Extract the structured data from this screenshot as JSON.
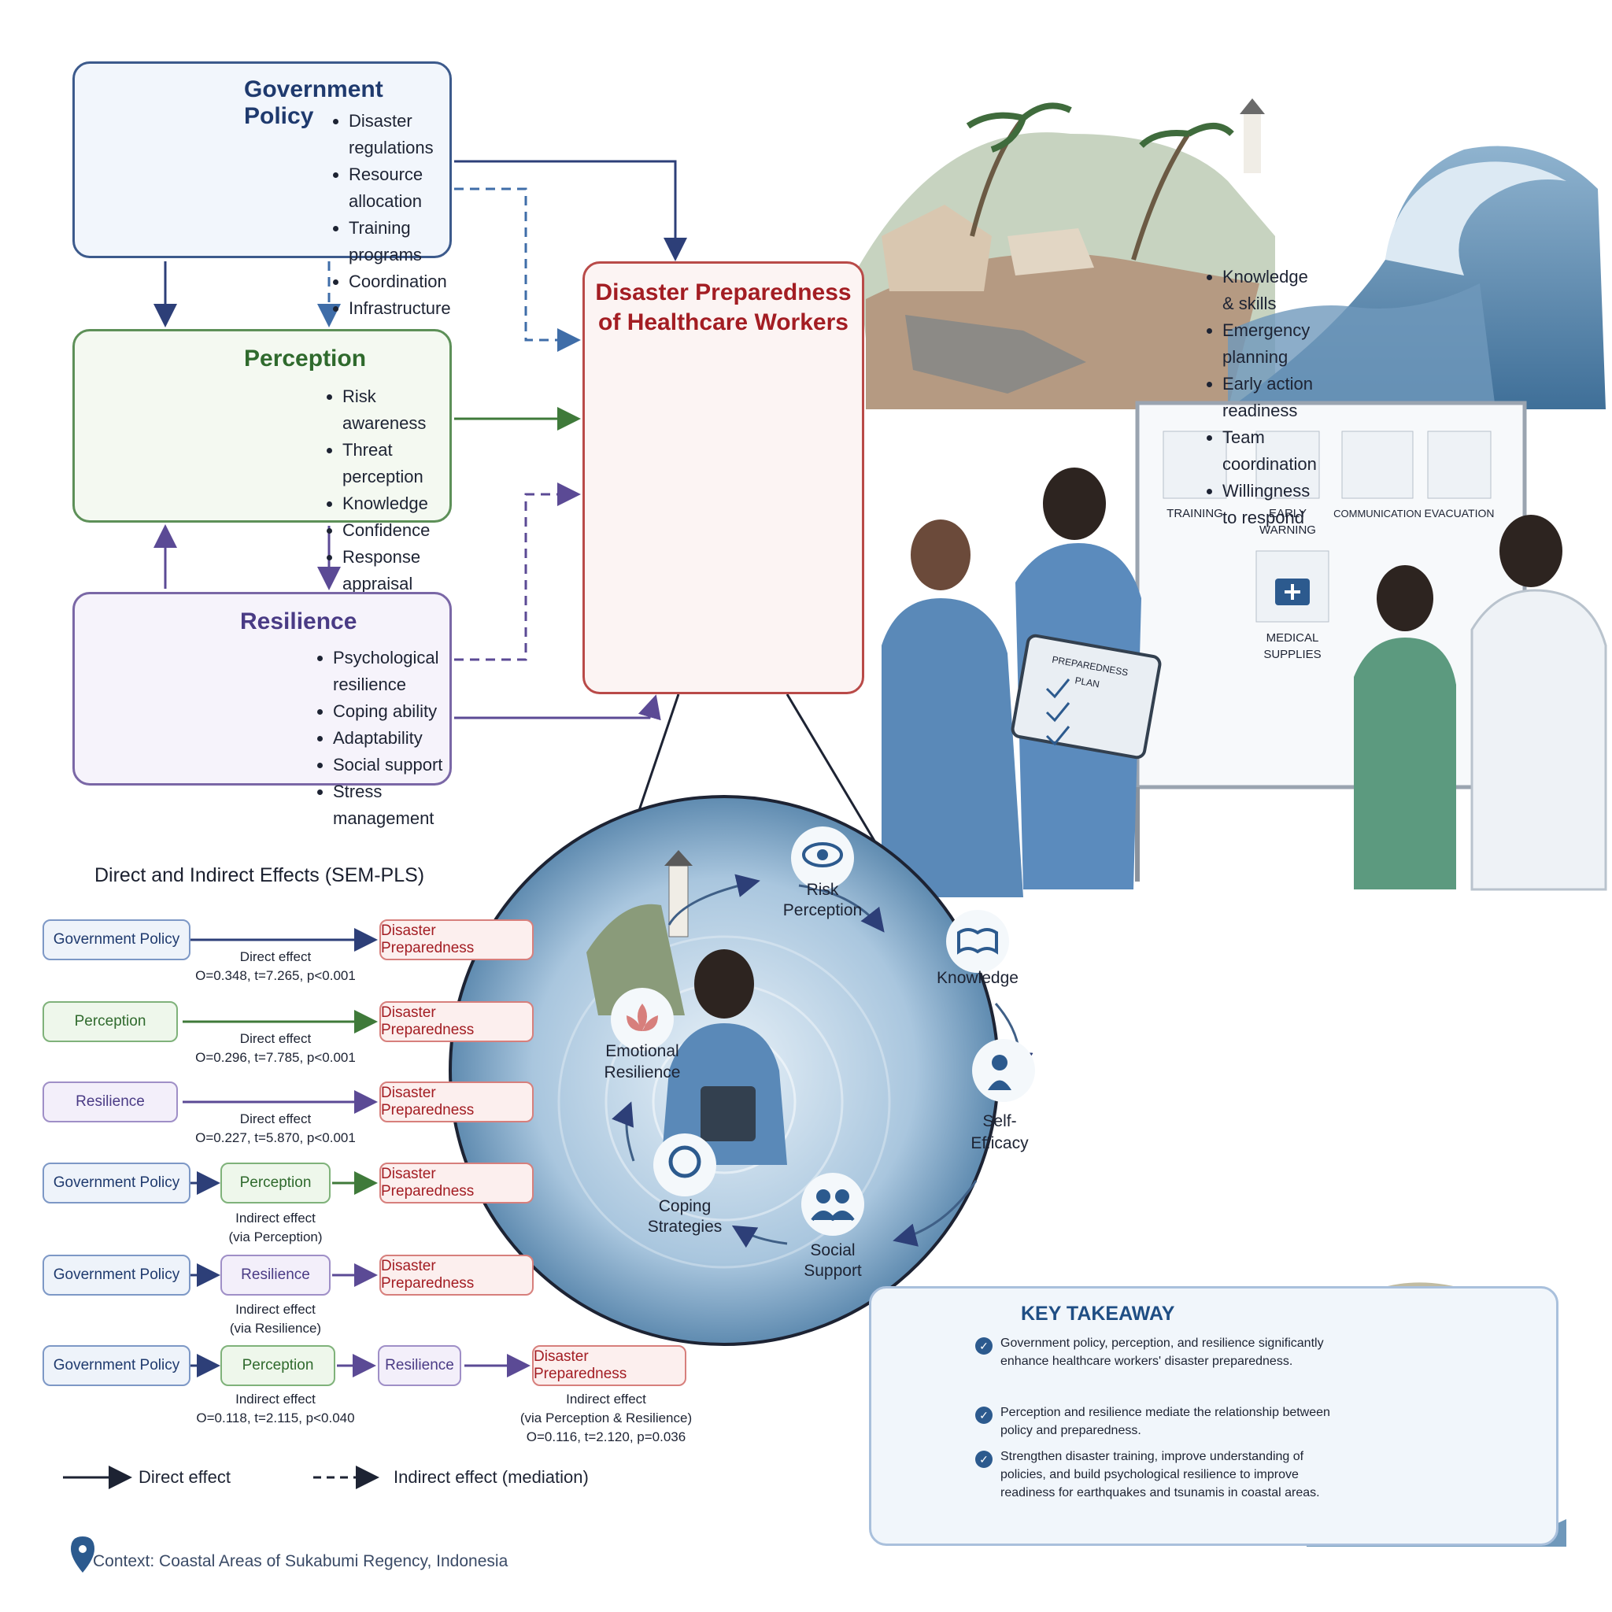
{
  "government_policy": {
    "title": "Government Policy",
    "items": [
      "Disaster regulations",
      "Resource allocation",
      "Training programs",
      "Coordination",
      "Infrastructure support"
    ]
  },
  "perception": {
    "title": "Perception",
    "items": [
      "Risk awareness",
      "Threat perception",
      "Knowledge",
      "Confidence",
      "Response appraisal"
    ]
  },
  "resilience": {
    "title": "Resilience",
    "items": [
      "Psychological resilience",
      "Coping ability",
      "Adaptability",
      "Social support",
      "Stress management"
    ]
  },
  "disaster_preparedness": {
    "title_line1": "Disaster Preparedness",
    "title_line2": "of Healthcare Workers",
    "items": [
      "Knowledge & skills",
      "Emergency planning",
      "Early action readiness",
      "Team coordination",
      "Willingness to respond"
    ]
  },
  "board": {
    "labels": [
      "TRAINING",
      "EARLY",
      "WARNING",
      "COMMUNICATION",
      "EVACUATION",
      "MEDICAL",
      "SUPPLIES"
    ],
    "tablet_title": "PREPAREDNESS PLAN"
  },
  "circle": {
    "labels": [
      "Risk",
      "Perception",
      "Knowledge",
      "Self-",
      "Efficacy",
      "Social",
      "Support",
      "Coping",
      "Strategies",
      "Emotional",
      "Resilience"
    ]
  },
  "effects": {
    "title": "Direct and Indirect Effects (SEM-PLS)",
    "chips": {
      "gov": "Government Policy",
      "per": "Perception",
      "res": "Resilience",
      "dp": "Disaster Preparedness"
    },
    "rows": [
      {
        "label": "Direct effect",
        "stats": "O=0.348, t=7.265, p<0.001"
      },
      {
        "label": "Direct effect",
        "stats": "O=0.296, t=7.785, p<0.001"
      },
      {
        "label": "Direct effect",
        "stats": "O=0.227, t=5.870, p<0.001"
      },
      {
        "label": "Indirect effect",
        "sub": "(via Perception)"
      },
      {
        "label": "Indirect effect",
        "sub": "(via Resilience)"
      },
      {
        "label": "Indirect effect",
        "stats": "O=0.118, t=2.115, p<0.040"
      },
      {
        "label": "Indirect effect",
        "sub": "(via Perception & Resilience)",
        "stats": "O=0.116, t=2.120, p=0.036"
      }
    ]
  },
  "legend": {
    "direct": "Direct effect",
    "indirect": "Indirect effect (mediation)"
  },
  "context": "Context: Coastal Areas of Sukabumi Regency, Indonesia",
  "key_takeaway": {
    "title": "KEY TAKEAWAY",
    "items": [
      "Government policy, perception, and resilience significantly enhance healthcare workers' disaster preparedness.",
      "Perception and resilience mediate the relationship between policy and preparedness.",
      "Strengthen disaster training, improve understanding of policies, and build psychological resilience to improve readiness for earthquakes and tsunamis in coastal areas."
    ]
  },
  "colors": {
    "navy": "#1f3a6e",
    "green": "#2f6a2d",
    "purple": "#4a3b85",
    "red": "#a31d23"
  }
}
